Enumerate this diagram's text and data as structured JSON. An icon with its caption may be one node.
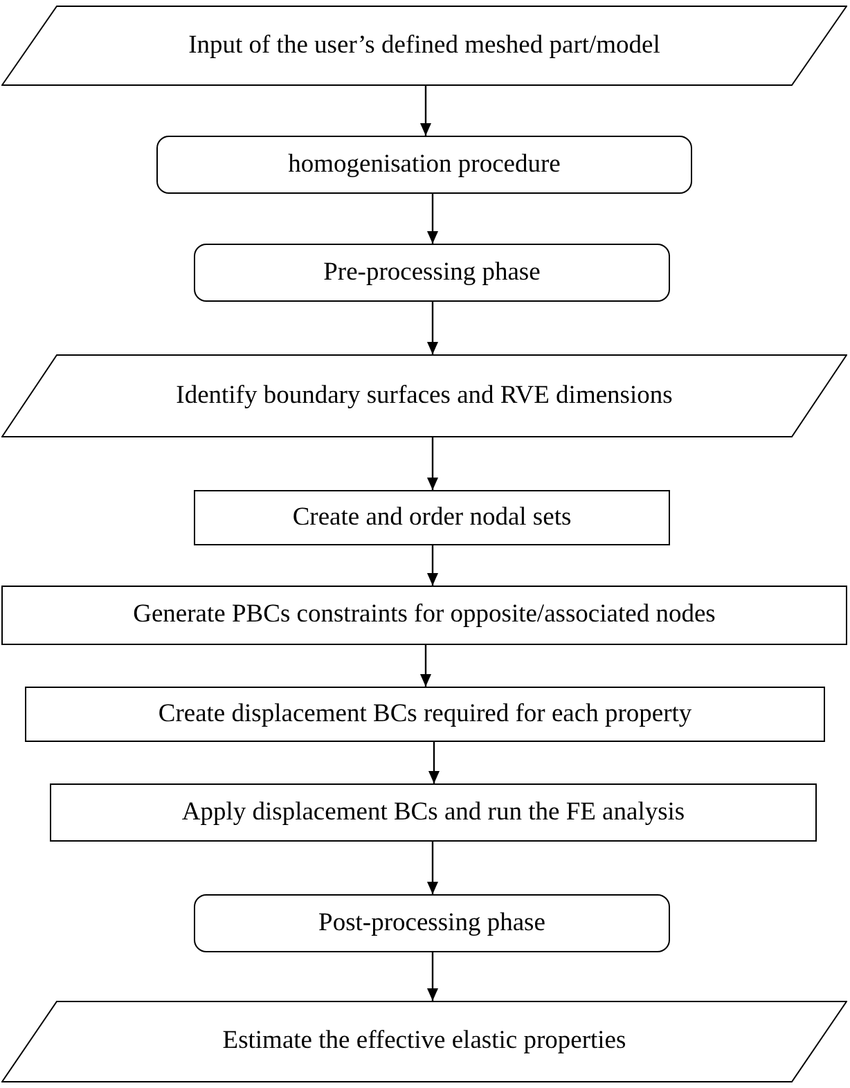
{
  "diagram": {
    "nodes": [
      {
        "text": [
          "Input of the user’s defined meshed part/model"
        ]
      },
      {
        "text": [
          "homogenisation procedure"
        ]
      },
      {
        "text": [
          "Pre-processing phase"
        ]
      },
      {
        "text": [
          "Identify boundary surfaces and RVE dimensions"
        ]
      },
      {
        "text": [
          "Create and order nodal sets"
        ]
      },
      {
        "text": [
          "Generate PBCs constraints for opposite/associated nodes"
        ]
      },
      {
        "text": [
          "Create displacement BCs required for each property"
        ]
      },
      {
        "text": [
          "Apply displacement BCs and run the FE analysis"
        ]
      },
      {
        "text": [
          "Post-processing phase"
        ]
      },
      {
        "text": [
          "Estimate the effective elastic properties"
        ]
      }
    ],
    "edges": [
      {
        "from": 0,
        "to": 1,
        "arrow": "to"
      },
      {
        "from": 1,
        "to": 2,
        "arrow": "to"
      },
      {
        "from": 2,
        "to": 3,
        "arrow": "to"
      },
      {
        "from": 3,
        "to": 4,
        "arrow": "to"
      },
      {
        "from": 4,
        "to": 5,
        "arrow": "to"
      },
      {
        "from": 5,
        "to": 6,
        "arrow": "to"
      },
      {
        "from": 6,
        "to": 7,
        "arrow": "to"
      },
      {
        "from": 7,
        "to": 8,
        "arrow": "to"
      },
      {
        "from": 8,
        "to": 9,
        "arrow": "to"
      }
    ]
  }
}
